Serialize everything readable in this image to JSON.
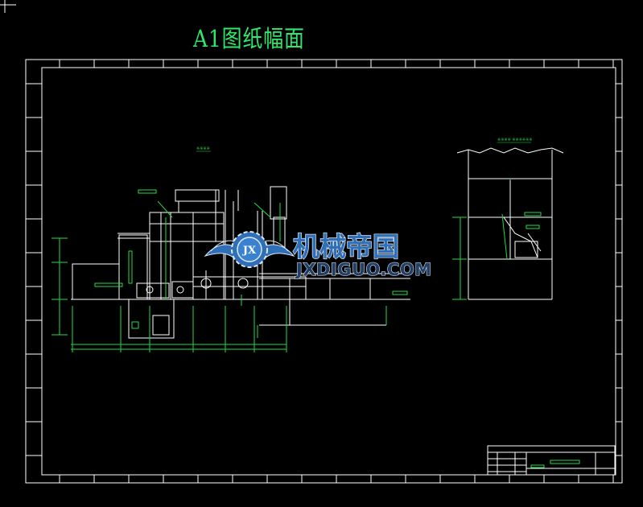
{
  "sheet": {
    "title": "A1图纸幅面",
    "view_label_left": "※※※※",
    "view_label_right": "※※※※ ※※※※※※"
  },
  "watermark": {
    "brand_cn": "机械帝国",
    "brand_en": "JXDIGUO.COM",
    "emblem_letters": "JX"
  },
  "colors": {
    "background": "#000000",
    "linework": "#ffffff",
    "title": "#2ee86a",
    "annotation": "#22dd44",
    "watermark_blue": "#2f6fb8"
  }
}
